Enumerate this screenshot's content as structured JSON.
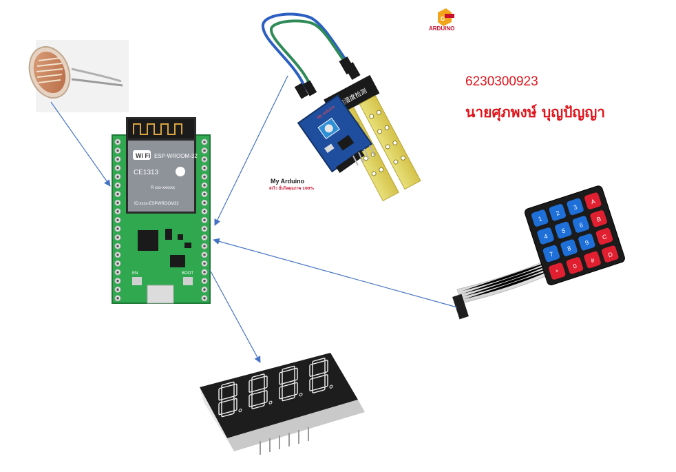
{
  "header": {
    "student_id": "6230300923",
    "student_name": "นายศุภพงษ์ บุญปัญญา"
  },
  "watermark": {
    "title": "My Arduino",
    "subtitle": "ส่งไว มั่นใจคุณภาพ 100%"
  },
  "logo": {
    "text": "ARDUINO"
  },
  "esp32": {
    "wifi_label": "Wi Fi",
    "module_name": "ESP-WROOM-32",
    "ce_mark": "CE1313",
    "r_code": "R xxx-xxxxxx",
    "fcc_id": "ID:xxxx-ESPWROOM32",
    "en_label": "EN",
    "boot_label": "BOOT"
  },
  "soil_sensor": {
    "probe_label": "土壤湿度检测",
    "board_watermark": "My arduino"
  },
  "keypad": {
    "keys": [
      "1",
      "2",
      "3",
      "A",
      "4",
      "5",
      "6",
      "B",
      "7",
      "8",
      "9",
      "C",
      "*",
      "0",
      "#",
      "D"
    ]
  },
  "display": {
    "digits": [
      "8",
      "8",
      "8",
      "8"
    ]
  },
  "colors": {
    "pcb_green": "#2fa84f",
    "arrow_blue": "#4472c4",
    "accent_red": "#e0141b",
    "keypad_blue": "#1e6fd8",
    "keypad_red": "#e02030"
  }
}
